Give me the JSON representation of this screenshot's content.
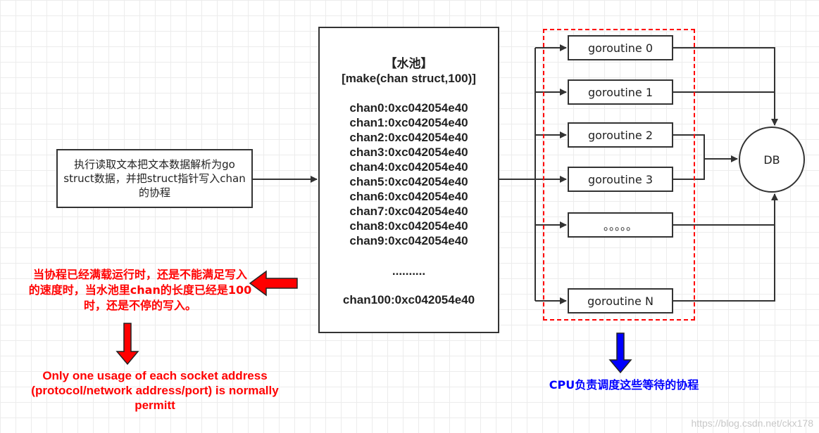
{
  "producer": {
    "text": "执行读取文本把文本数据解析为go struct数据，并把struct指针写入chan的协程"
  },
  "pool": {
    "title": "【水池】",
    "make": "[make(chan struct,100)]",
    "chans": [
      "chan0:0xc042054e40",
      "chan1:0xc042054e40",
      "chan2:0xc042054e40",
      "chan3:0xc042054e40",
      "chan4:0xc042054e40",
      "chan5:0xc042054e40",
      "chan6:0xc042054e40",
      "chan7:0xc042054e40",
      "chan8:0xc042054e40",
      "chan9:0xc042054e40"
    ],
    "ellipsis": "..........",
    "last": "chan100:0xc042054e40"
  },
  "goroutines": [
    "goroutine 0",
    "goroutine 1",
    "goroutine 2",
    "goroutine 3",
    "。。。。。",
    "goroutine N"
  ],
  "db": "DB",
  "warning": "当协程已经满载运行时，还是不能满足写入的速度时，当水池里chan的长度已经是100时，还是不停的写入。",
  "error": "Only one usage of each socket address (protocol/network address/port) is normally permitt",
  "cpu_note": "CPU负责调度这些等待的协程",
  "watermark": "https://blog.csdn.net/ckx178",
  "colors": {
    "red": "#ff0000",
    "blue": "#0000ff",
    "line": "#333333",
    "grid": "#ececec"
  }
}
